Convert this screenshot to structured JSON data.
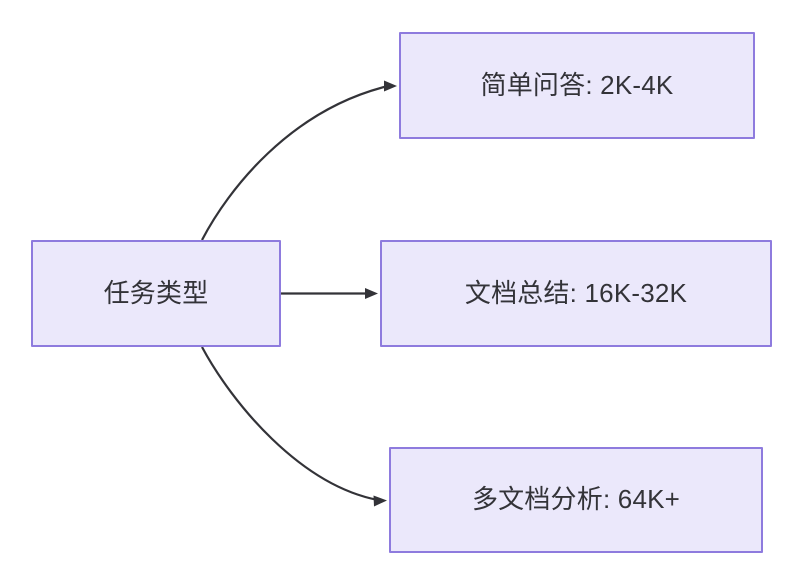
{
  "diagram": {
    "type": "flowchart",
    "direction": "left-to-right",
    "background_color": "#ffffff",
    "node_fill_color": "#EBE8FB",
    "node_border_color": "#8E7BDE",
    "node_text_color": "#333338",
    "edge_color": "#333338",
    "root": {
      "id": "root",
      "label": "任务类型"
    },
    "branches": [
      {
        "id": "simple-qa",
        "label": "简单问答: 2K-4K",
        "task": "简单问答",
        "context_range": "2K-4K",
        "edge_style": "curved"
      },
      {
        "id": "doc-summary",
        "label": "文档总结: 16K-32K",
        "task": "文档总结",
        "context_range": "16K-32K",
        "edge_style": "straight"
      },
      {
        "id": "multi-doc",
        "label": "多文档分析: 64K+",
        "task": "多文档分析",
        "context_range": "64K+",
        "edge_style": "curved"
      }
    ]
  }
}
